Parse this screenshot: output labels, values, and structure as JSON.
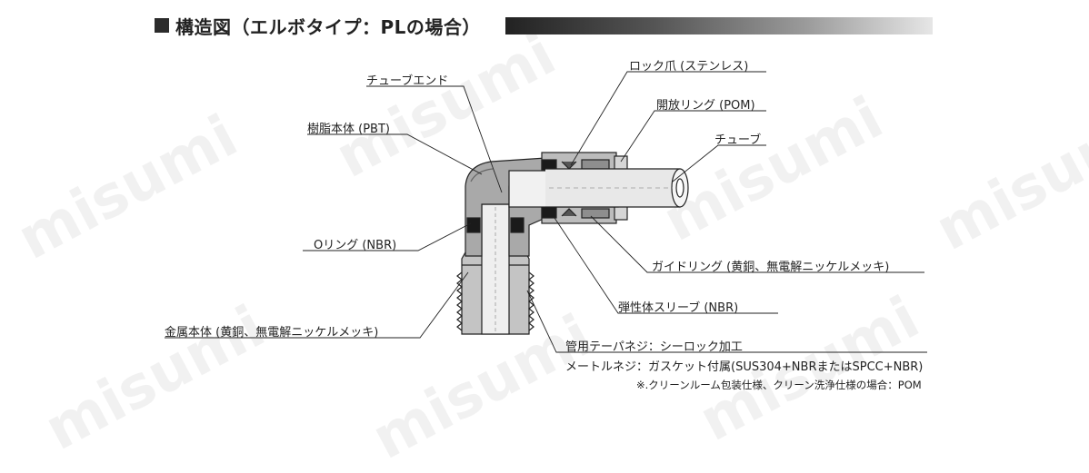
{
  "header": {
    "title": "構造図（エルボタイプ：PLの場合）"
  },
  "labels": {
    "tube_end": "チューブエンド",
    "resin_body": "樹脂本体 (PBT)",
    "o_ring": "Oリング (NBR)",
    "metal_body": "金属本体 (黄銅、無電解ニッケルメッキ)",
    "lock_claw": "ロック爪 (ステンレス)",
    "release_ring": "開放リング (POM)",
    "tube": "チューブ",
    "guide_ring": "ガイドリング (黄銅、無電解ニッケルメッキ)",
    "elastic_sleeve": "弾性体スリーブ (NBR)",
    "taper_thread": "管用テーパネジ：シーロック加工",
    "metric_thread": "メートルネジ：ガスケット付属(SUS304+NBRまたはSPCC+NBR)",
    "note": "※.クリーンルーム包装仕様、クリーン洗浄仕様の場合：POM"
  },
  "watermark": {
    "text": "misumi"
  },
  "colors": {
    "ink": "#222222",
    "body_gray": "#b4b4b4",
    "body_dark": "#8a8a8a",
    "seal_black": "#1a1a1a",
    "tube_light": "#e8e8e8"
  }
}
